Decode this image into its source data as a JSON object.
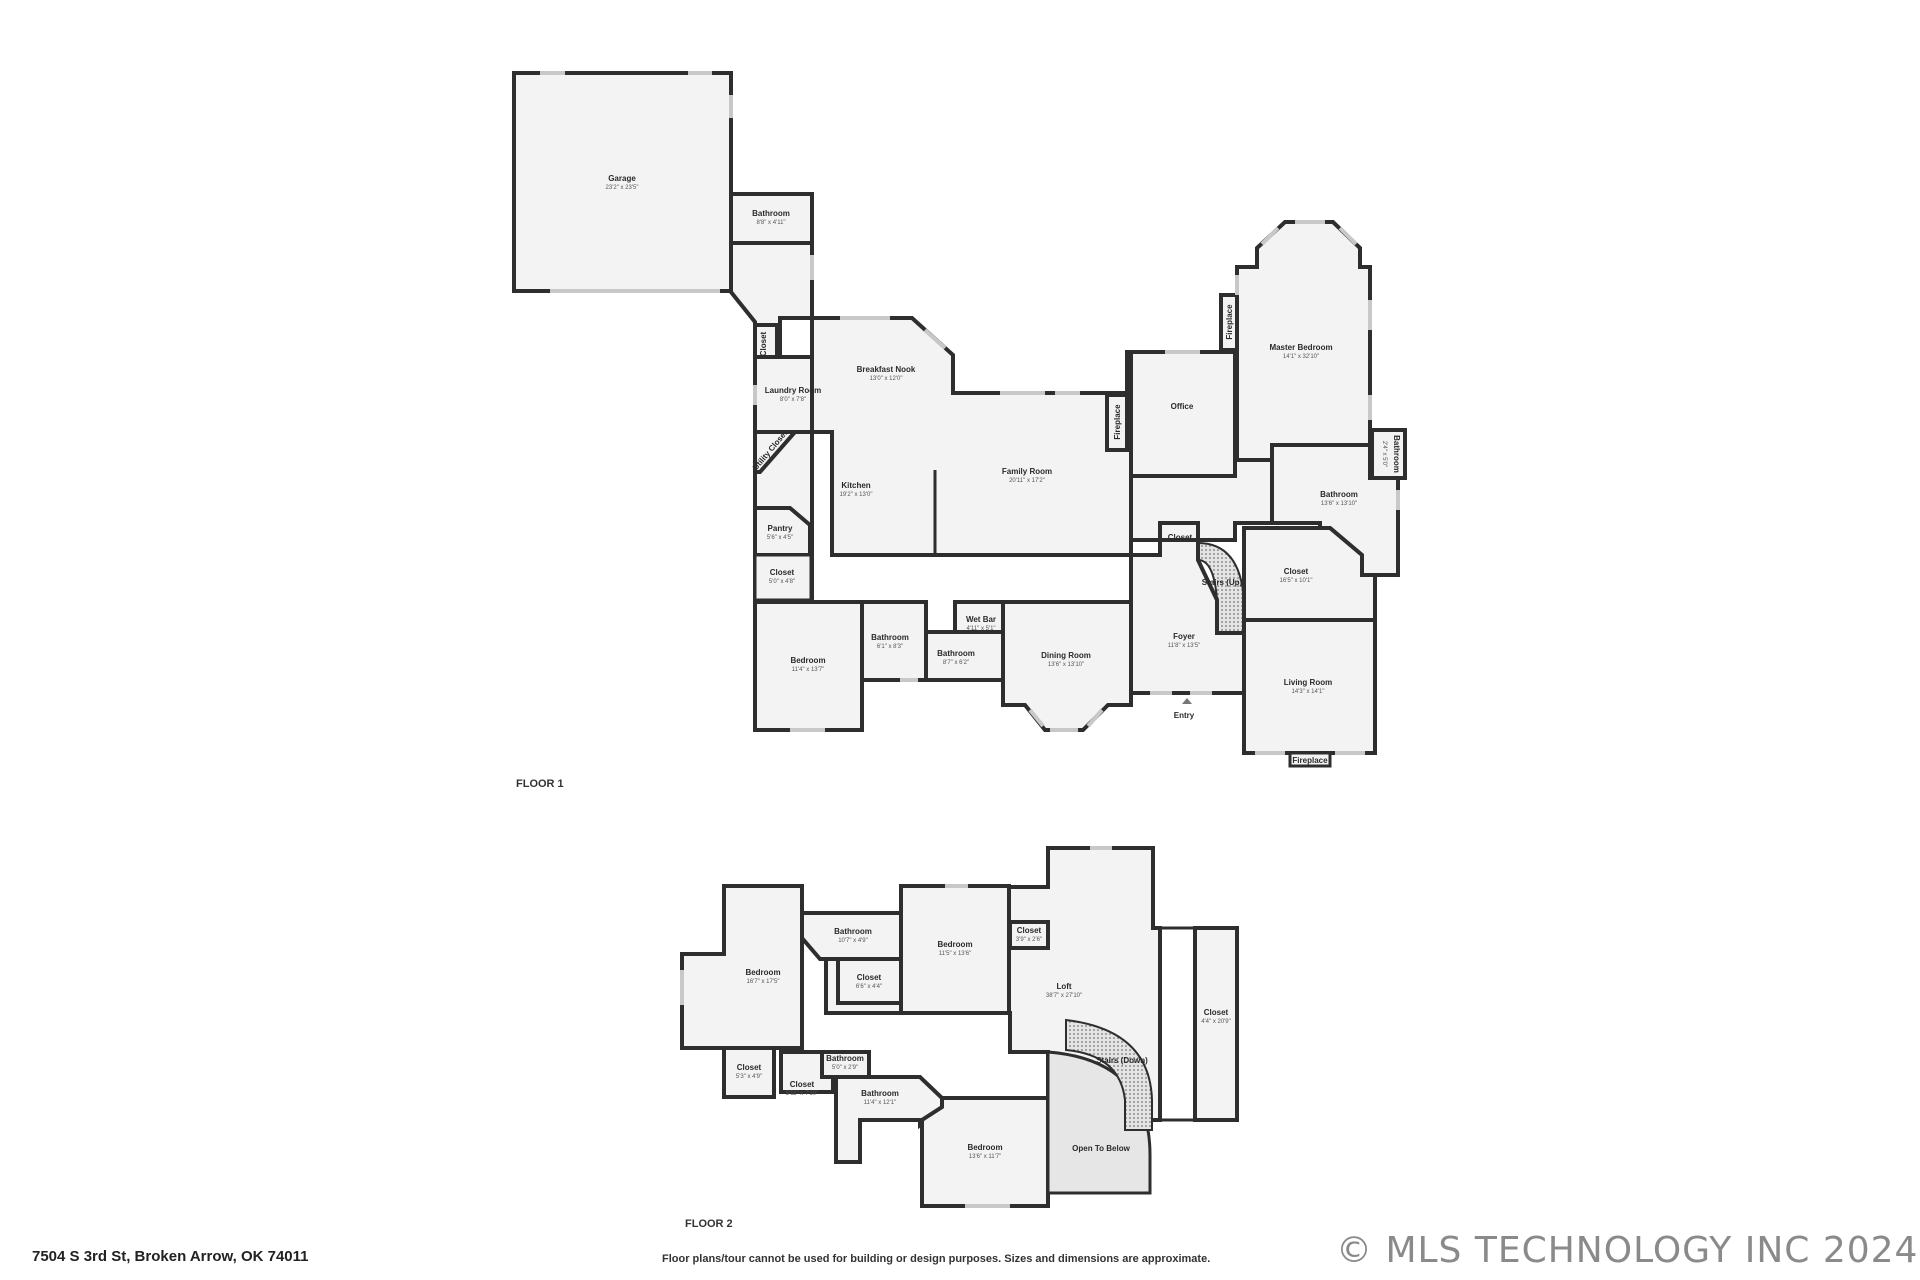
{
  "floors": [
    {
      "label": "FLOOR 1",
      "rooms": [
        {
          "id": "garage",
          "name": "Garage",
          "dims": "23'2\" x 23'5\""
        },
        {
          "id": "bath-garage",
          "name": "Bathroom",
          "dims": "8'8\" x 4'11\""
        },
        {
          "id": "closet-a",
          "name": "Closet",
          "dims": ""
        },
        {
          "id": "laundry",
          "name": "Laundry Room",
          "dims": "8'0\" x 7'8\""
        },
        {
          "id": "utility",
          "name": "Utility Closet",
          "dims": ""
        },
        {
          "id": "breakfast",
          "name": "Breakfast Nook",
          "dims": "13'0\" x 12'0\""
        },
        {
          "id": "kitchen",
          "name": "Kitchen",
          "dims": "19'2\" x 13'0\""
        },
        {
          "id": "pantry",
          "name": "Pantry",
          "dims": "5'6\" x 4'5\""
        },
        {
          "id": "closet-b",
          "name": "Closet",
          "dims": "5'0\" x 4'8\""
        },
        {
          "id": "family",
          "name": "Family Room",
          "dims": "20'11\" x 17'2\""
        },
        {
          "id": "fireplace-1",
          "name": "Fireplace",
          "dims": ""
        },
        {
          "id": "office",
          "name": "Office",
          "dims": ""
        },
        {
          "id": "fireplace-2",
          "name": "Fireplace",
          "dims": ""
        },
        {
          "id": "master",
          "name": "Master Bedroom",
          "dims": "14'1\" x 32'10\""
        },
        {
          "id": "bath-small",
          "name": "Bathroom",
          "dims": "2'4\" x 5'0\""
        },
        {
          "id": "bath-master",
          "name": "Bathroom",
          "dims": "13'6\" x 13'10\""
        },
        {
          "id": "closet-c",
          "name": "Closet",
          "dims": ""
        },
        {
          "id": "stairs-up",
          "name": "Stairs (Up)",
          "dims": ""
        },
        {
          "id": "closet-d",
          "name": "Closet",
          "dims": "16'5\" x 10'1\""
        },
        {
          "id": "bedroom-1",
          "name": "Bedroom",
          "dims": "11'4\" x 13'7\""
        },
        {
          "id": "bath-1",
          "name": "Bathroom",
          "dims": "6'1\" x 8'3\""
        },
        {
          "id": "bath-2",
          "name": "Bathroom",
          "dims": "8'7\" x 6'2\""
        },
        {
          "id": "wetbar",
          "name": "Wet Bar",
          "dims": "4'11\" x 5'1\""
        },
        {
          "id": "dining",
          "name": "Dining Room",
          "dims": "13'6\" x 13'10\""
        },
        {
          "id": "foyer",
          "name": "Foyer",
          "dims": "11'8\" x 13'5\""
        },
        {
          "id": "entry",
          "name": "Entry",
          "dims": ""
        },
        {
          "id": "living",
          "name": "Living Room",
          "dims": "14'3\" x 14'1\""
        },
        {
          "id": "fireplace-3",
          "name": "Fireplace",
          "dims": ""
        }
      ]
    },
    {
      "label": "FLOOR 2",
      "rooms": [
        {
          "id": "f2-bath-a",
          "name": "Bathroom",
          "dims": "10'7\" x 4'9\""
        },
        {
          "id": "f2-bed-a",
          "name": "Bedroom",
          "dims": "16'7\" x 17'5\""
        },
        {
          "id": "f2-closet-a",
          "name": "Closet",
          "dims": "6'6\" x 4'4\""
        },
        {
          "id": "f2-bed-b",
          "name": "Bedroom",
          "dims": "11'5\" x 13'6\""
        },
        {
          "id": "f2-closet-b",
          "name": "Closet",
          "dims": "3'9\" x 2'6\""
        },
        {
          "id": "f2-loft",
          "name": "Loft",
          "dims": "38'7\" x 27'10\""
        },
        {
          "id": "f2-closet-c",
          "name": "Closet",
          "dims": "4'4\" x 20'9\""
        },
        {
          "id": "f2-bath-b",
          "name": "Bathroom",
          "dims": "5'0\" x 2'9\""
        },
        {
          "id": "f2-closet-d",
          "name": "Closet",
          "dims": "5'3\" x 4'9\""
        },
        {
          "id": "f2-closet-e",
          "name": "Closet",
          "dims": "5'11\" x 7'10\""
        },
        {
          "id": "f2-bath-c",
          "name": "Bathroom",
          "dims": "11'4\" x 12'1\""
        },
        {
          "id": "f2-stairs",
          "name": "Stairs (Down)",
          "dims": ""
        },
        {
          "id": "f2-bed-c",
          "name": "Bedroom",
          "dims": "13'6\" x 11'7\""
        },
        {
          "id": "f2-open",
          "name": "Open To Below",
          "dims": ""
        }
      ]
    }
  ],
  "footer": {
    "address": "7504 S 3rd St, Broken Arrow, OK 74011",
    "disclaimer": "Floor plans/tour cannot be used for building or design purposes. Sizes and dimensions are approximate.",
    "copyright": "© MLS TECHNOLOGY INC 2024"
  }
}
